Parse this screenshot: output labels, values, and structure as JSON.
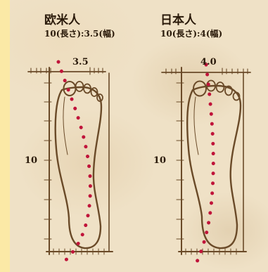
{
  "panels": [
    {
      "title": "欧米人",
      "ratio_label": "10(長さ):3.5(幅)",
      "width_label": "3.5",
      "length_label": "10"
    },
    {
      "title": "日本人",
      "ratio_label": "10(長さ):4(幅)",
      "width_label": "4.0",
      "length_label": "10"
    }
  ],
  "colors": {
    "page_background": "#fbe9a6",
    "parchment": "#efe1c6",
    "sketch_ink": "#6a4a28",
    "center_line": "#c0143a"
  }
}
